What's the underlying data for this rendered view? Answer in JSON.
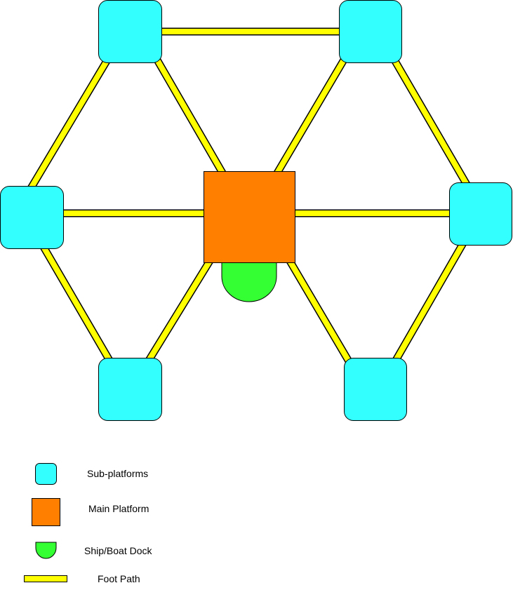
{
  "colors": {
    "sub_platform": "#33ffff",
    "main_platform": "#ff8000",
    "dock": "#33ff33",
    "foot_path": "#ffff00",
    "outline": "#000000"
  },
  "legend": {
    "sub_platforms": "Sub-platforms",
    "main_platform": "Main Platform",
    "dock": "Ship/Boat Dock",
    "foot_path": "Foot Path"
  }
}
